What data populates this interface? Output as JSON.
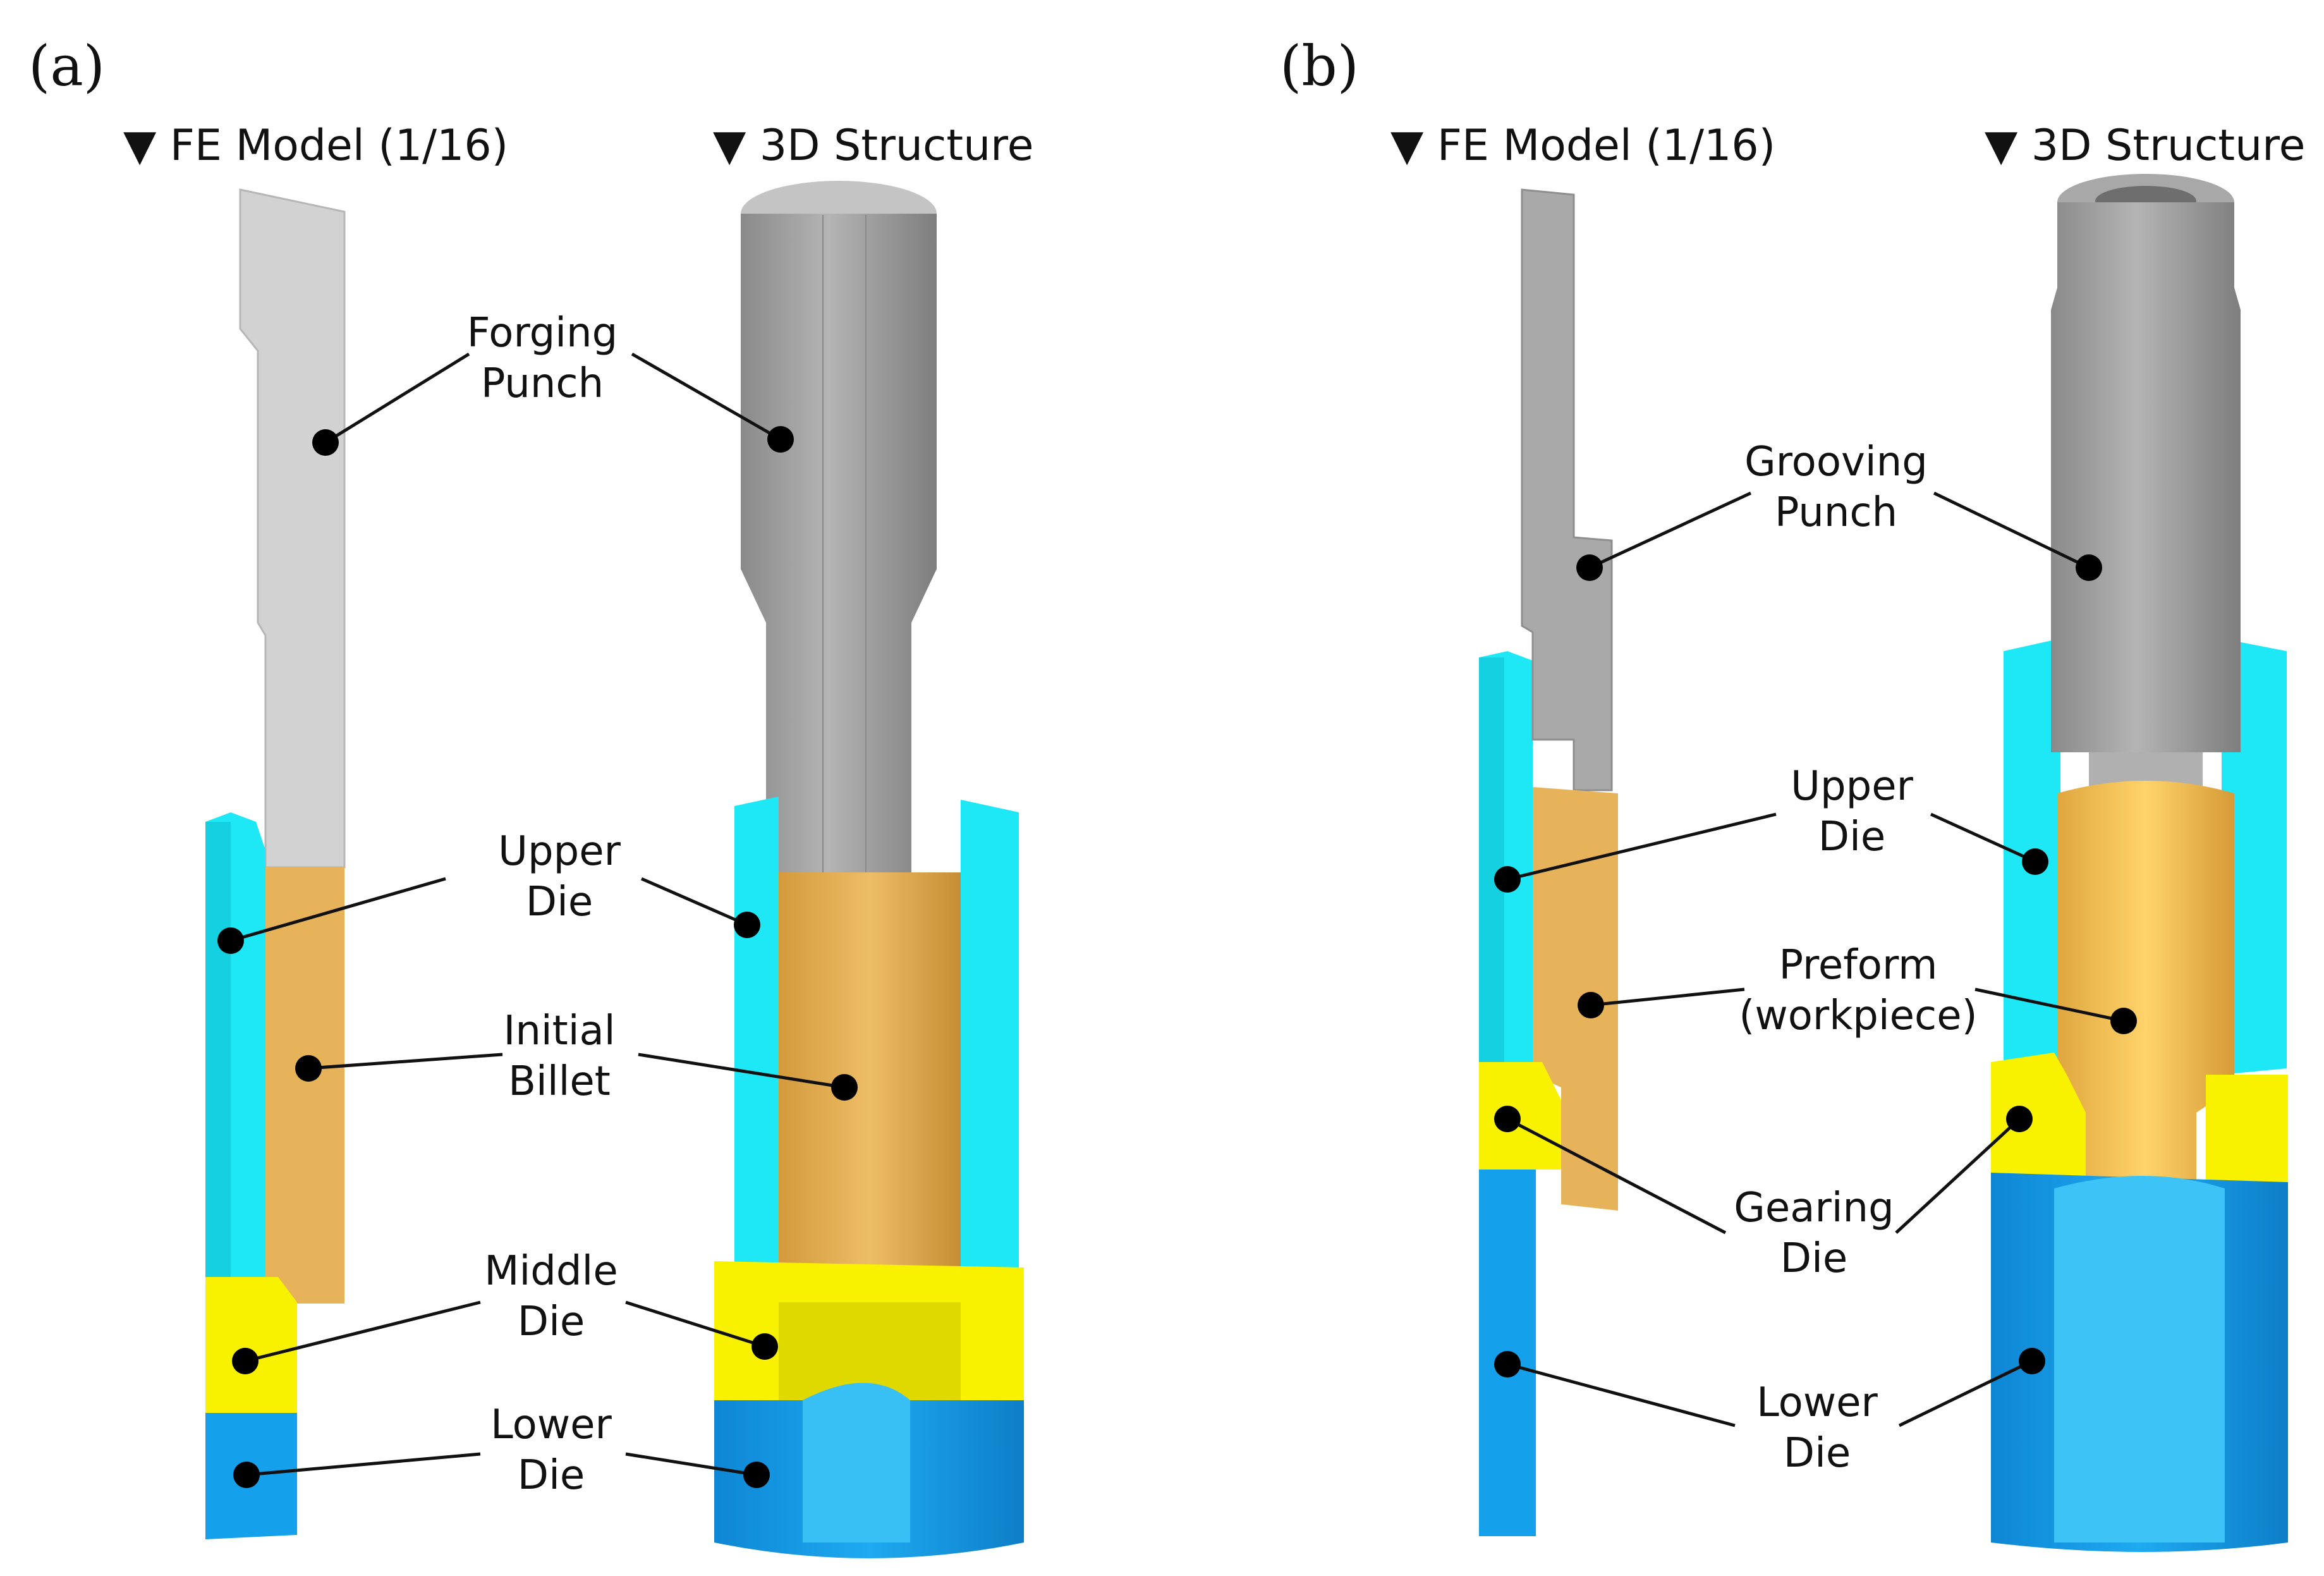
{
  "panels": [
    {
      "letter": "(a)",
      "fe_header": "▼ FE Model (1/16)",
      "structure_header": "▼ 3D Structure",
      "labels": [
        {
          "id": "forging-punch",
          "lines": [
            "Forging",
            "Punch"
          ]
        },
        {
          "id": "upper-die",
          "lines": [
            "Upper",
            "Die"
          ]
        },
        {
          "id": "initial-billet",
          "lines": [
            "Initial",
            "Billet"
          ]
        },
        {
          "id": "middle-die",
          "lines": [
            "Middle",
            "Die"
          ]
        },
        {
          "id": "lower-die",
          "lines": [
            "Lower",
            "Die"
          ]
        }
      ]
    },
    {
      "letter": "(b)",
      "fe_header": "▼ FE Model (1/16)",
      "structure_header": "▼ 3D Structure",
      "labels": [
        {
          "id": "grooving-punch",
          "lines": [
            "Grooving",
            "Punch"
          ]
        },
        {
          "id": "upper-die",
          "lines": [
            "Upper",
            "Die"
          ]
        },
        {
          "id": "preform",
          "lines": [
            "Preform",
            "(workpiece)"
          ]
        },
        {
          "id": "gearing-die",
          "lines": [
            "Gearing",
            "Die"
          ]
        },
        {
          "id": "lower-die",
          "lines": [
            "Lower",
            "Die"
          ]
        }
      ]
    }
  ],
  "colors": {
    "punch_fe": "#d2d2d2",
    "punch_3d": "#9c9c9c",
    "upper_die": "#1ee8f5",
    "billet": "#e6b35a",
    "middle_die": "#f8f200",
    "lower_die": "#14a0ea"
  }
}
